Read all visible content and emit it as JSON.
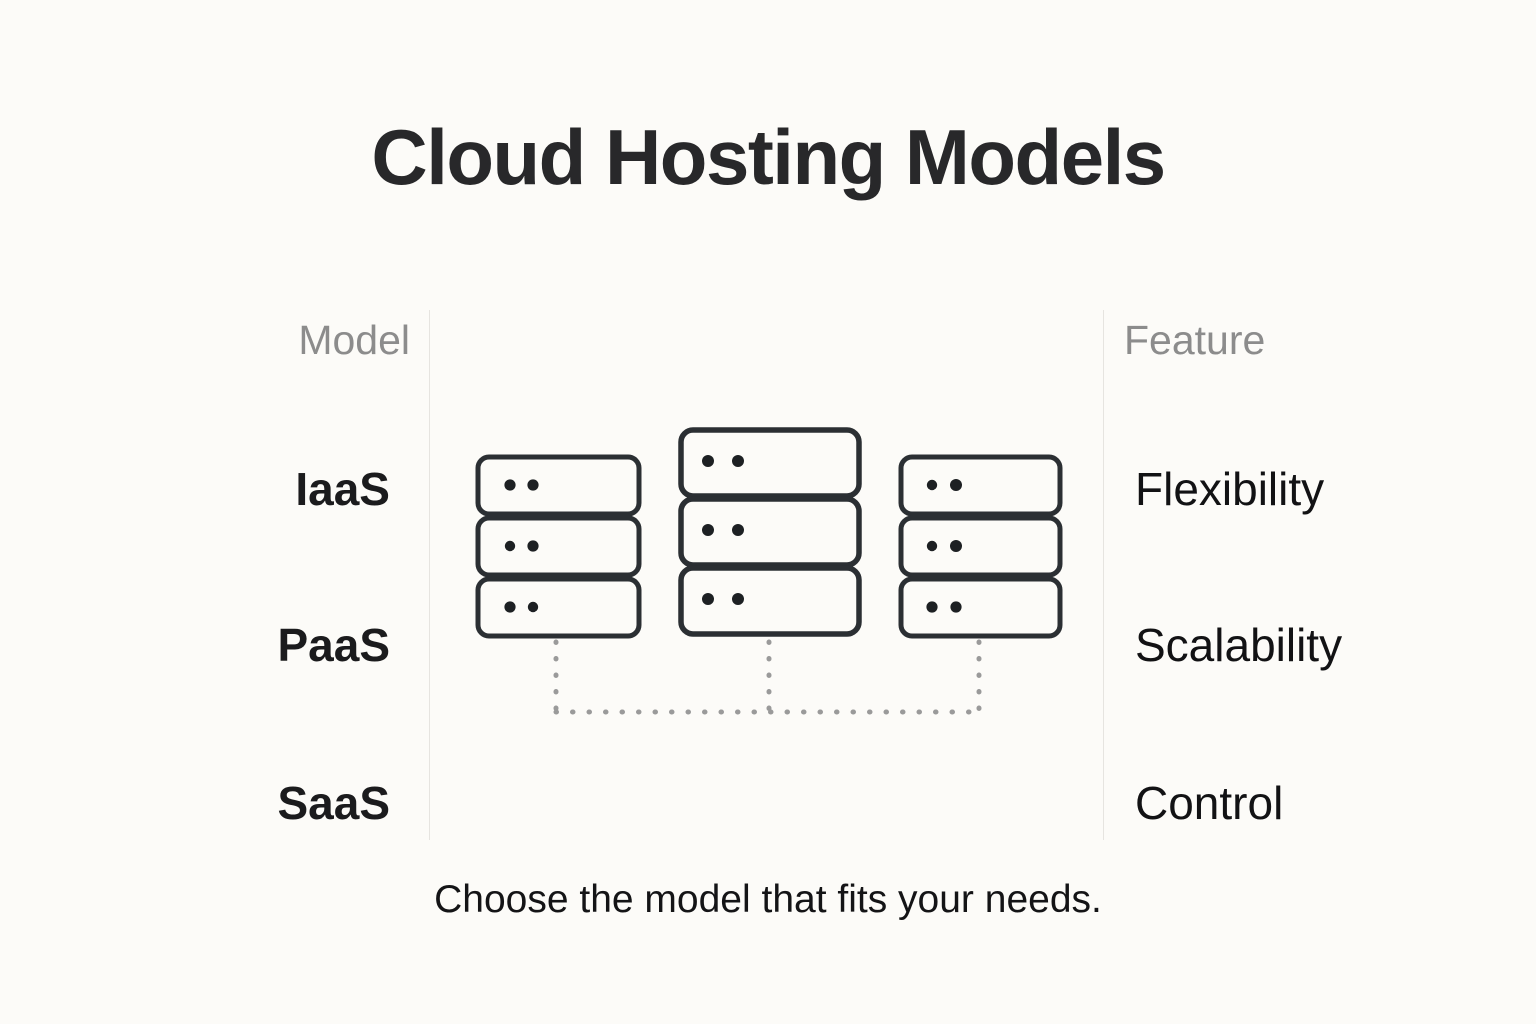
{
  "slide": {
    "title": "Cloud Hosting Models",
    "caption": "Choose the model that fits your needs.",
    "background_color": "#FCFBF8",
    "title_color": "#28282A",
    "header_color": "#8C8C8C",
    "divider_color": "#E6E4E0",
    "connector_color": "#9A9A9A",
    "rack_stroke_color": "#2B2F33"
  },
  "columns": {
    "left_header": "Model",
    "right_header": "Feature"
  },
  "models": [
    {
      "label": "IaaS"
    },
    {
      "label": "PaaS"
    },
    {
      "label": "SaaS"
    }
  ],
  "features": [
    {
      "label": "Flexibility"
    },
    {
      "label": "Scalability"
    },
    {
      "label": "Control"
    }
  ],
  "diagram": {
    "type": "server-rack-illustration",
    "racks": [
      {
        "name": "rack-left",
        "units": 3,
        "dots_per_unit": 2
      },
      {
        "name": "rack-center",
        "units": 3,
        "dots_per_unit": 2
      },
      {
        "name": "rack-right",
        "units": 3,
        "dots_per_unit": 2
      }
    ],
    "connector": "dotted-bus"
  }
}
